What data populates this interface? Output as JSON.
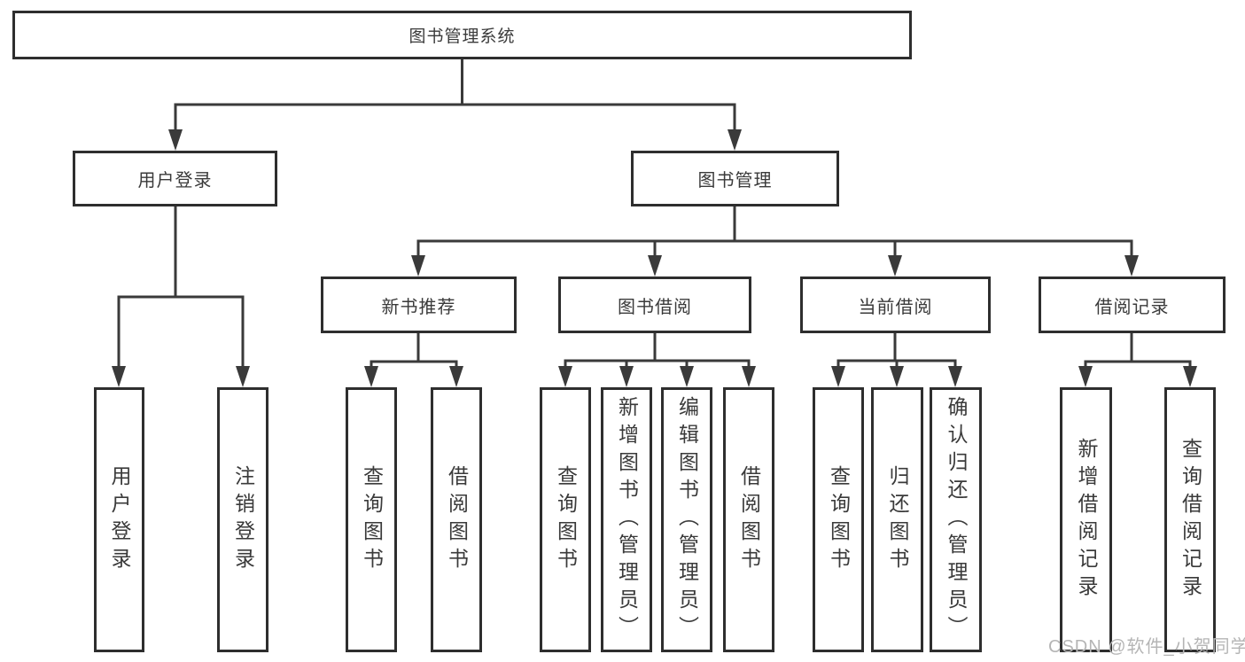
{
  "diagram": {
    "root": {
      "label": "图书管理系统"
    },
    "branches": [
      {
        "label": "用户登录",
        "children": [
          {
            "label": "用户登录"
          },
          {
            "label": "注销登录"
          }
        ]
      },
      {
        "label": "图书管理",
        "children": [
          {
            "label": "新书推荐",
            "children": [
              {
                "label": "查询图书"
              },
              {
                "label": "借阅图书"
              }
            ]
          },
          {
            "label": "图书借阅",
            "children": [
              {
                "label": "查询图书"
              },
              {
                "label": "新增图书（管理员）"
              },
              {
                "label": "编辑图书（管理员）"
              },
              {
                "label": "借阅图书"
              }
            ]
          },
          {
            "label": "当前借阅",
            "children": [
              {
                "label": "查询图书"
              },
              {
                "label": "归还图书"
              },
              {
                "label": "确认归还（管理员）"
              }
            ]
          },
          {
            "label": "借阅记录",
            "children": [
              {
                "label": "新增借阅记录"
              },
              {
                "label": "查询借阅记录"
              }
            ]
          }
        ]
      }
    ]
  },
  "watermark": {
    "text": "CSDN @软件_小贺同学"
  },
  "colors": {
    "line": "#3a3a3a",
    "box_border": "#2e2e2e",
    "text": "#3a3a3a",
    "watermark_text": "#b5b5b5",
    "background": "#ffffff"
  }
}
